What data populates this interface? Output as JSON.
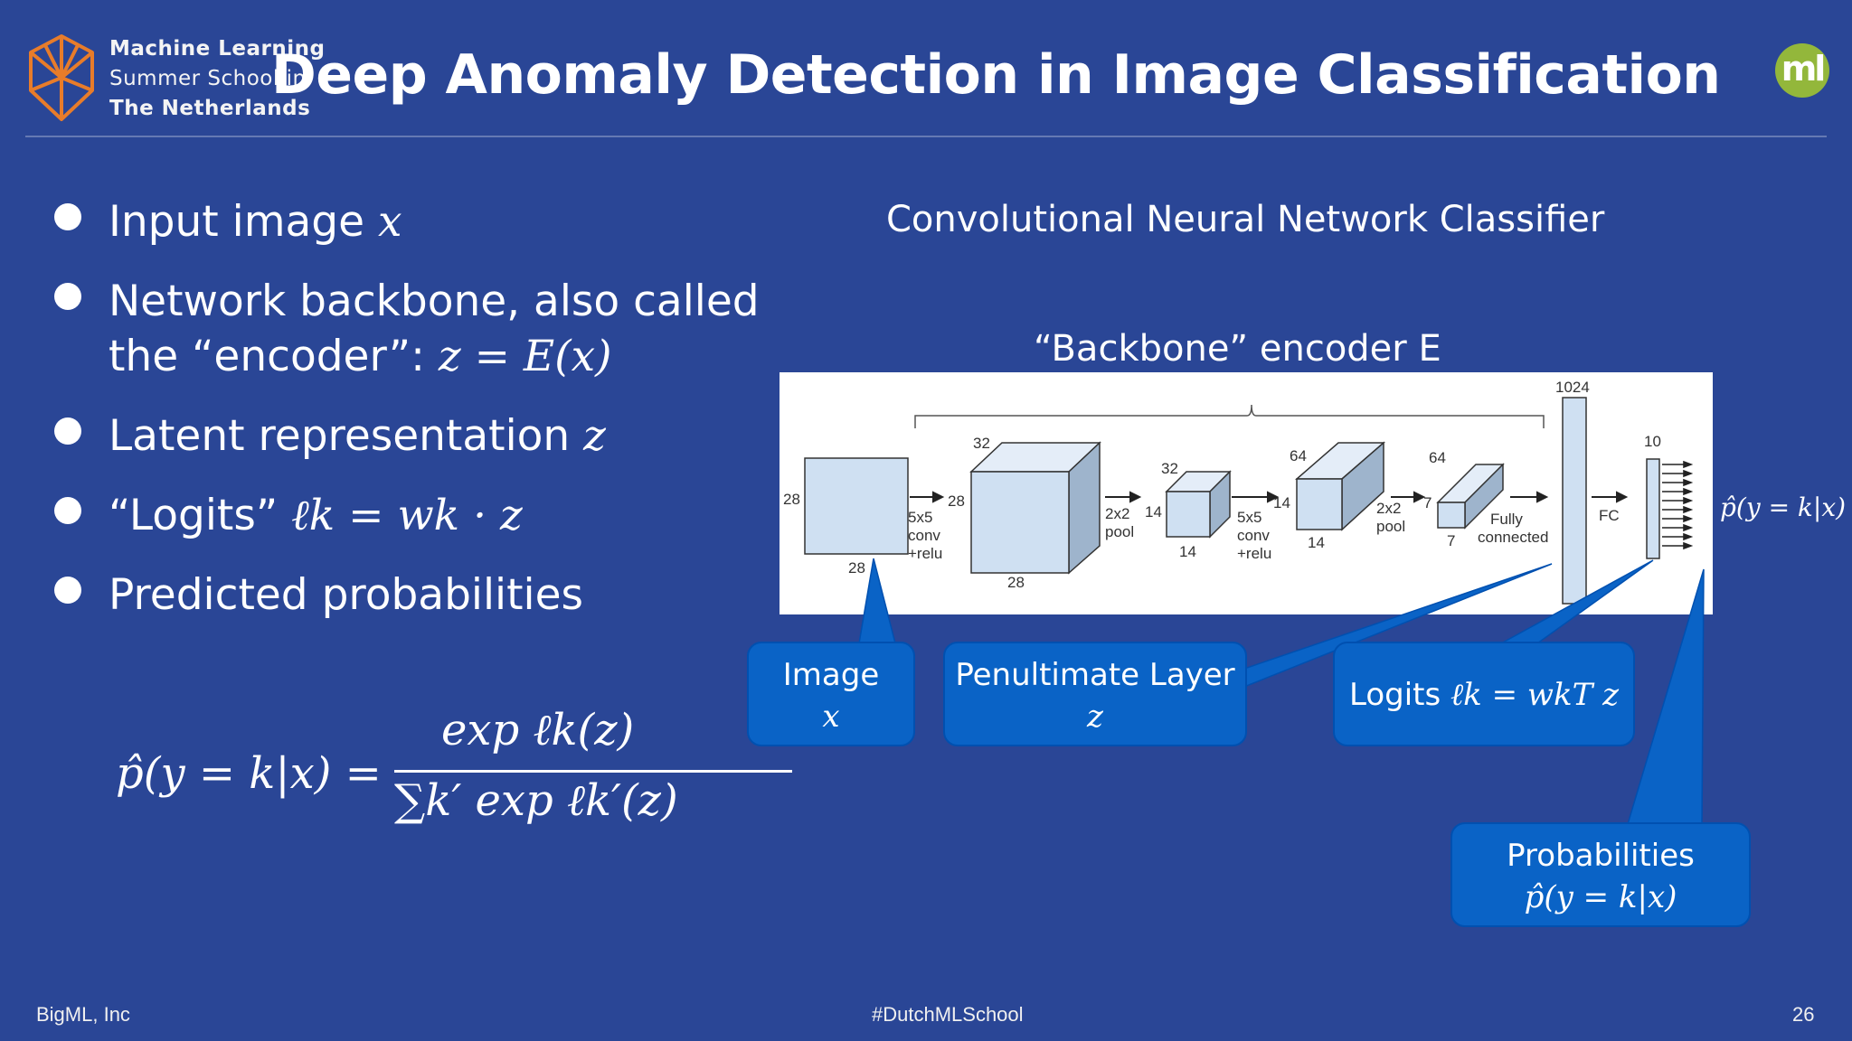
{
  "header": {
    "school_line1": "Machine Learning",
    "school_line2": "Summer School in",
    "school_line3": "The Netherlands",
    "title": "Deep Anomaly Detection in Image Classification",
    "ml_logo_text": "ml"
  },
  "bullets": [
    {
      "text": "Input image ",
      "math": "x"
    },
    {
      "text": "Network backbone, also called",
      "text2": "the “encoder”: ",
      "math": "z = E(x)"
    },
    {
      "text": "Latent representation ",
      "math": "z"
    },
    {
      "text": "“Logits” ",
      "math": "ℓk = wk · z"
    },
    {
      "text": "Predicted probabilities"
    }
  ],
  "formula": {
    "lhs": "p̂(y = k|x) =",
    "numerator": "exp ℓk(z)",
    "denominator": "∑k′ exp ℓk′(z)"
  },
  "diagram": {
    "title": "Convolutional Neural Network Classifier",
    "backbone_label": "“Backbone” encoder E",
    "output_label": "p̂(y = k|x)",
    "labels": {
      "in_h": "28",
      "in_w": "28",
      "conv1": [
        "5x5",
        "conv",
        "+relu"
      ],
      "c1_top": "32",
      "c1_side": "28",
      "c1_bot": "28",
      "pool1": [
        "2x2",
        "pool"
      ],
      "p1_side": "14",
      "p1_top": "32",
      "p1_bot": "14",
      "conv2": [
        "5x5",
        "conv",
        "+relu"
      ],
      "c2_side": "14",
      "c2_top": "64",
      "c2_bot": "14",
      "pool2": [
        "2x2",
        "pool"
      ],
      "p2_side": "7",
      "p2_top": "64",
      "p2_bot": "7",
      "fc1": [
        "Fully",
        "connected"
      ],
      "fc_width": "1024",
      "fc2": "FC",
      "out_width": "10"
    }
  },
  "callouts": {
    "image": {
      "line1": "Image",
      "line2": "x"
    },
    "penultimate": {
      "line1": "Penultimate Layer",
      "line2": "z"
    },
    "logits": {
      "text": "Logits ",
      "math": "ℓk = wkT z"
    },
    "probabilities": {
      "line1": "Probabilities",
      "line2": "p̂(y = k|x)"
    }
  },
  "footer": {
    "left": "BigML, Inc",
    "center": "#DutchMLSchool",
    "page": "26"
  },
  "colors": {
    "background": "#2a4696",
    "callout": "#0a63c6",
    "logo_orange": "#e87c2a",
    "logo_green": "#93b73b",
    "cube_fill": "#cfe0f2"
  }
}
